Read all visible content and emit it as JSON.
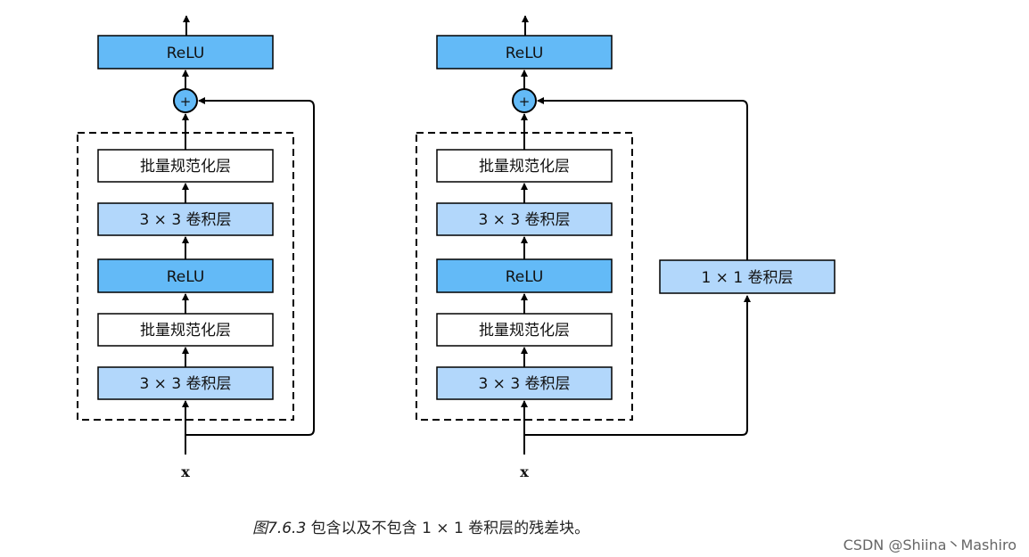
{
  "colors": {
    "relu": "#63baf7",
    "conv": "#b2d7fb",
    "bn": "#ffffff",
    "stroke": "#000000",
    "plus": "#63baf7"
  },
  "labels": {
    "relu": "ReLU",
    "bn": "批量规范化层",
    "conv3": "3 × 3 卷积层",
    "conv1": "1 × 1 卷积层",
    "plus": "+",
    "input": "x"
  },
  "caption": {
    "figure": "图7.6.3",
    "text": "包含以及不包含 1 × 1 卷积层的残差块。"
  },
  "watermark": "CSDN @Shiina丶Mashiro"
}
